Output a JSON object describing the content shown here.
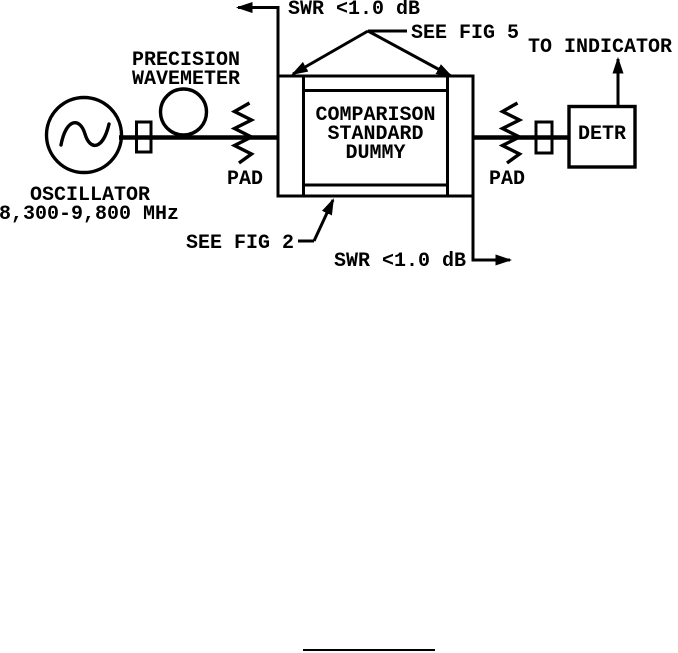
{
  "colors": {
    "ink": "#000000",
    "background": "#ffffff"
  },
  "oscillator": {
    "name": "OSCILLATOR",
    "range": "8,300-9,800 MHz"
  },
  "wavemeter": {
    "line1": "PRECISION",
    "line2": "WAVEMETER"
  },
  "pads": {
    "left": "PAD",
    "right": "PAD"
  },
  "dummy_box": {
    "line1": "COMPARISON",
    "line2": "STANDARD",
    "line3": "DUMMY"
  },
  "detector": {
    "label": "DETR",
    "output": "TO INDICATOR"
  },
  "annotations": {
    "swr_top": "SWR <1.0 dB",
    "swr_bottom": "SWR <1.0 dB",
    "see_fig_5": "SEE FIG 5",
    "see_fig_2": "SEE FIG 2"
  }
}
